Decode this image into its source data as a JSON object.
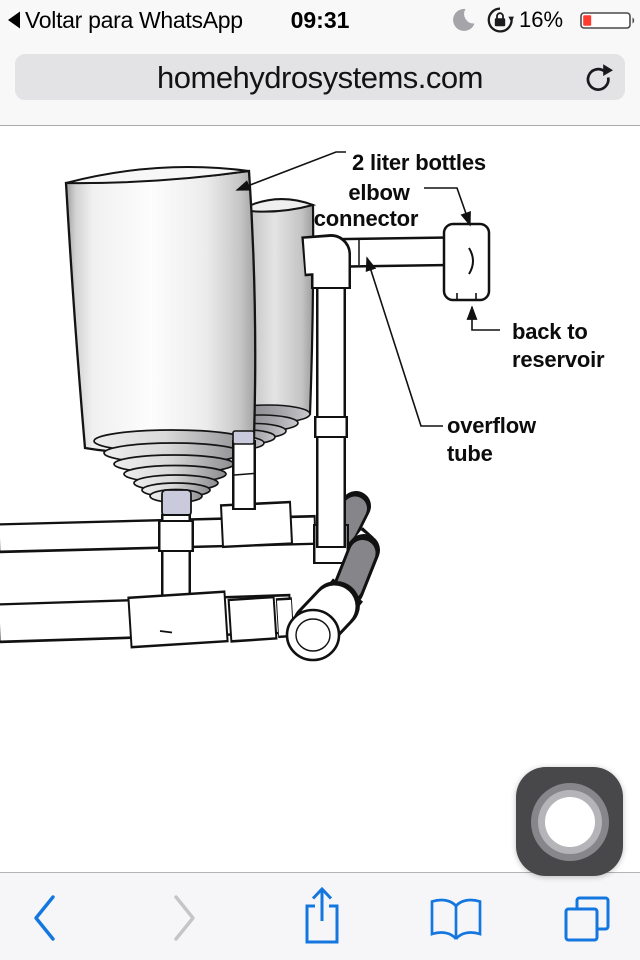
{
  "status_bar": {
    "back_button": "Voltar para WhatsApp",
    "time": "09:31",
    "battery_percent": "16%",
    "icons": [
      "back-triangle-icon",
      "do-not-disturb-moon-icon",
      "rotation-lock-icon",
      "battery-icon"
    ]
  },
  "url_bar": {
    "url": "homehydrosystems.com",
    "icons": [
      "reload-icon"
    ]
  },
  "page": {
    "diagram_labels": {
      "bottles": "2 liter bottles",
      "elbow_connector": [
        "elbow",
        "connector"
      ],
      "back_to_reservoir": [
        "back to",
        "reservoir"
      ],
      "overflow_tube": [
        "overflow",
        "tube"
      ]
    }
  },
  "toolbar": {
    "buttons": [
      "back",
      "forward",
      "share",
      "bookmarks",
      "tabs"
    ],
    "icons": [
      "chevron-left-icon",
      "chevron-right-icon",
      "share-icon",
      "open-book-icon",
      "tabs-squares-icon"
    ]
  },
  "floating_button": {
    "icon": "lens-circle-icon"
  },
  "colors": {
    "accent_blue": "#1477e0",
    "disabled_gray": "#c5c5c7",
    "battery_red": "#ff3b30",
    "chrome_bg": "#f8f8f8",
    "field_bg": "#e3e3e5",
    "toolbar_bg": "#f6f6f8",
    "pipe_gray": "#85858a",
    "neck_lavender": "#c9cadb",
    "lens_button_bg": "#48484a"
  }
}
